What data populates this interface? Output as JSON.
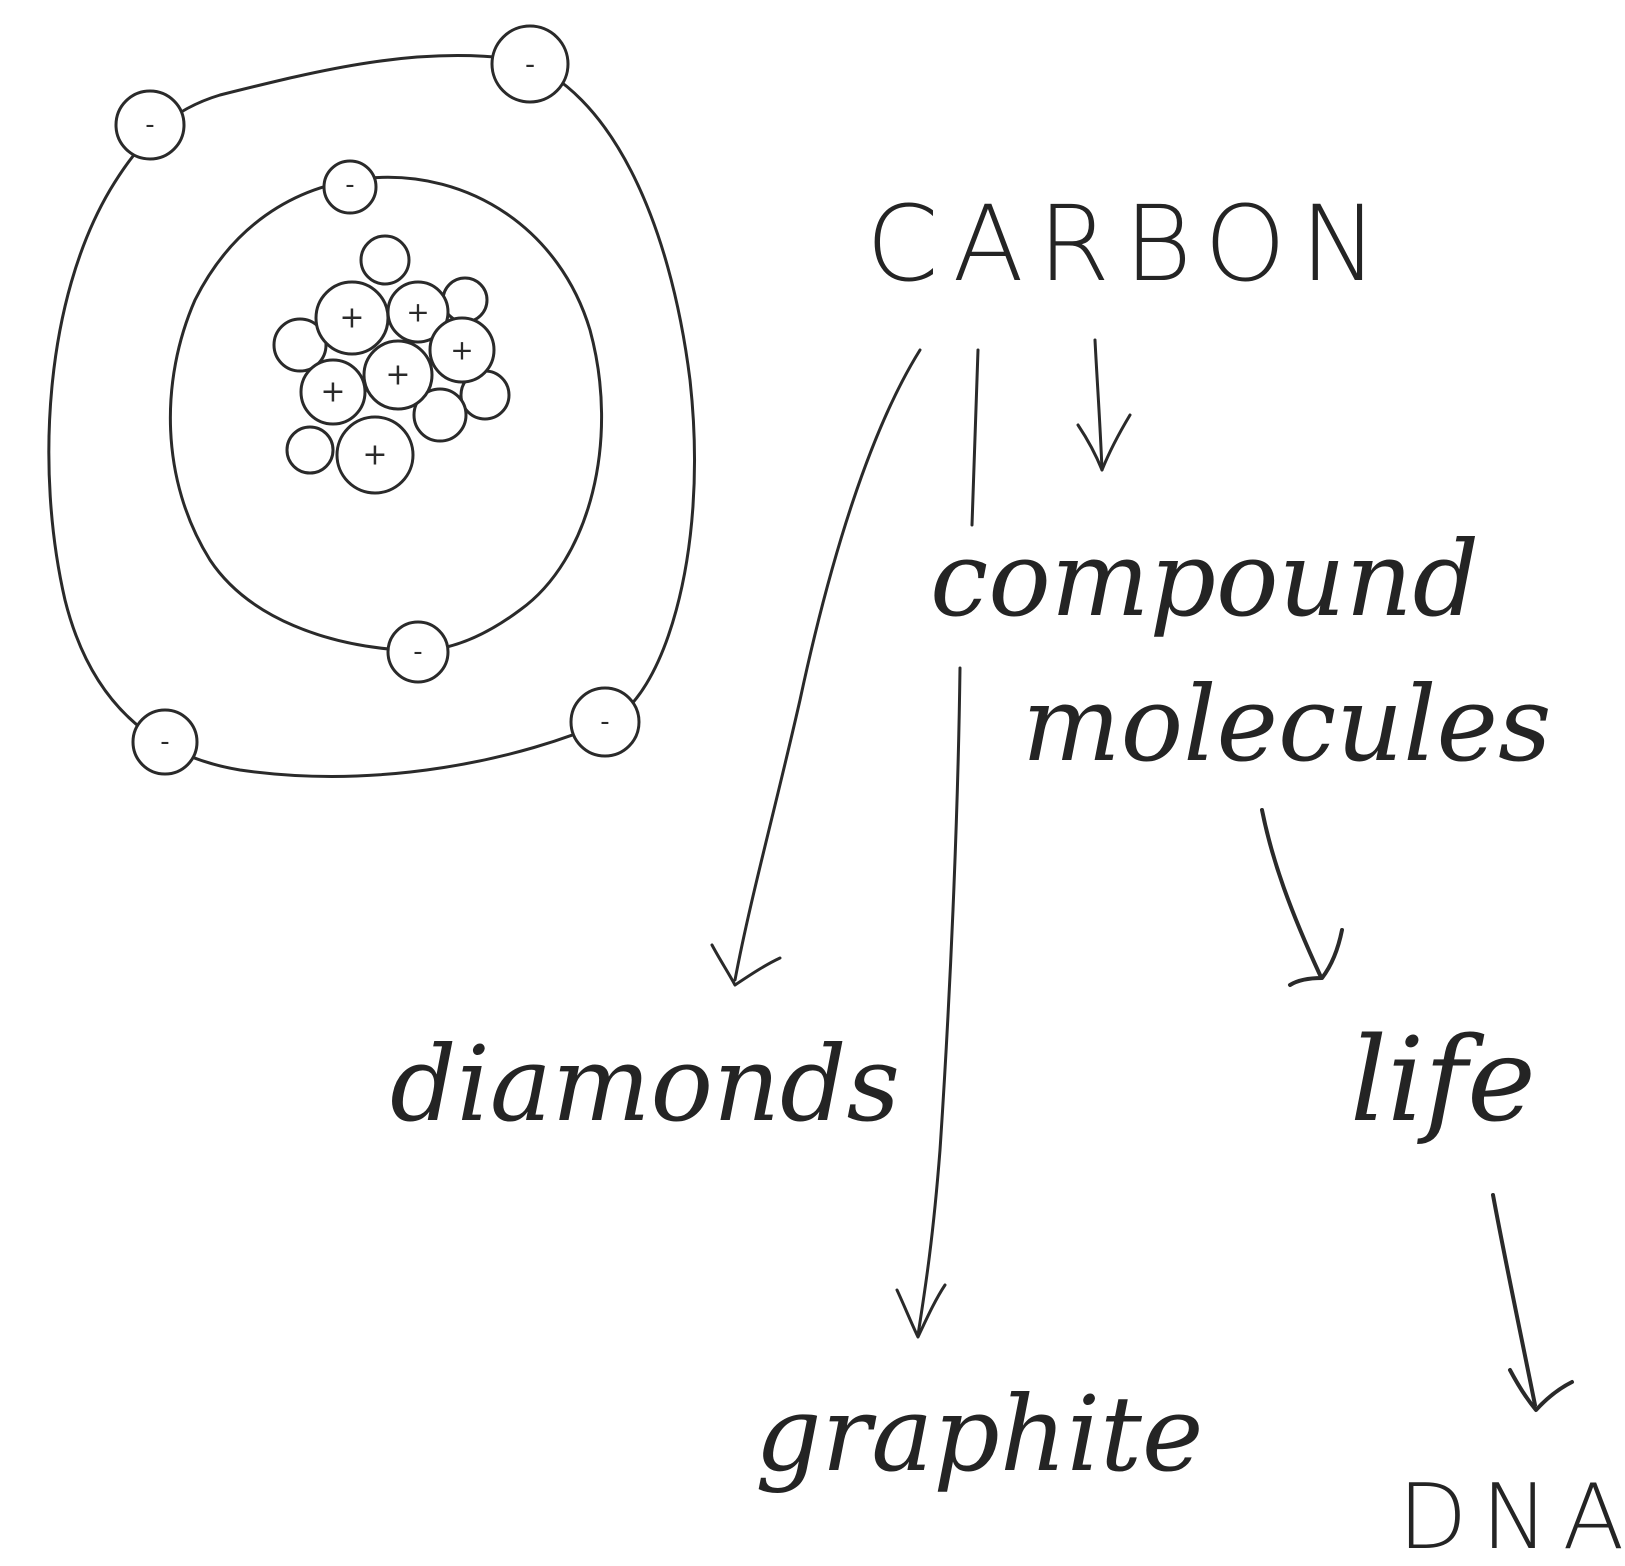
{
  "colors": {
    "ink": "#2a2a2a",
    "paper": "#ffffff"
  },
  "atom": {
    "nucleus": {
      "proton_sign": "+",
      "proton_count": 6,
      "neutron_count": 6
    },
    "electron_sign": "-",
    "electron_count": 6,
    "shells": [
      {
        "electrons": 2
      },
      {
        "electrons": 4
      }
    ]
  },
  "nodes": {
    "carbon": "CARBON",
    "compound_line1": "compound",
    "compound_line2": "molecules",
    "diamonds": "diamonds",
    "graphite": "graphite",
    "life": "life",
    "dna": "DNA"
  },
  "edges": [
    {
      "from": "carbon",
      "to": "compound molecules",
      "icon": "arrow-down-icon"
    },
    {
      "from": "carbon",
      "to": "diamonds",
      "icon": "arrow-icon"
    },
    {
      "from": "carbon",
      "to": "graphite",
      "icon": "arrow-icon"
    },
    {
      "from": "compound molecules",
      "to": "life",
      "icon": "arrow-icon"
    },
    {
      "from": "life",
      "to": "DNA",
      "icon": "arrow-icon"
    }
  ]
}
